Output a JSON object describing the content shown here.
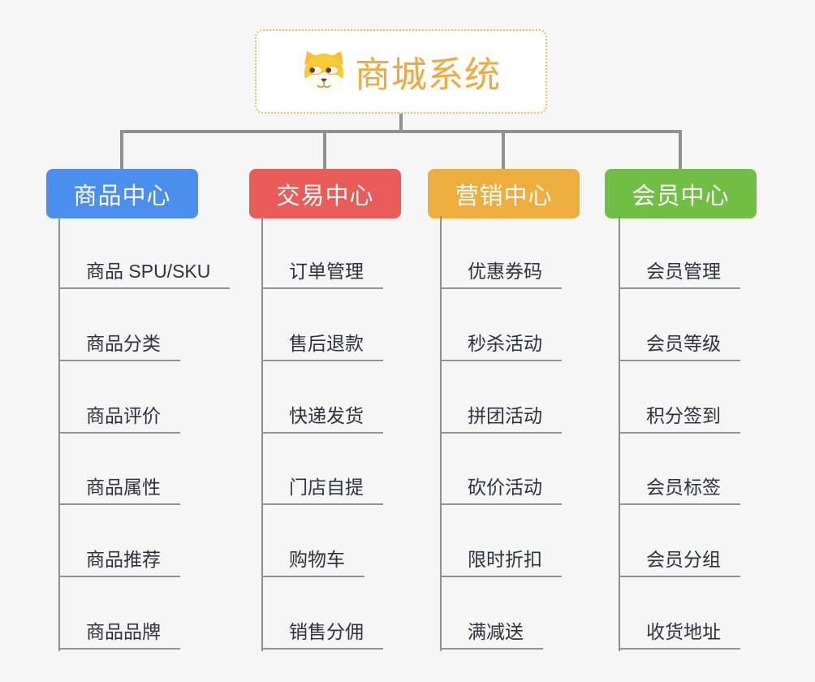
{
  "root": {
    "title": "商城系统",
    "icon": "dog-face",
    "accent": "#efa93e",
    "border_color": "#f5b954"
  },
  "branches": [
    {
      "label": "商品中心",
      "color": "#4a8fee",
      "items": [
        "商品 SPU/SKU",
        "商品分类",
        "商品评价",
        "商品属性",
        "商品推荐",
        "商品品牌"
      ]
    },
    {
      "label": "交易中心",
      "color": "#e95c58",
      "items": [
        "订单管理",
        "售后退款",
        "快递发货",
        "门店自提",
        "购物车",
        "销售分佣"
      ]
    },
    {
      "label": "营销中心",
      "color": "#edad3f",
      "items": [
        "优惠券码",
        "秒杀活动",
        "拼团活动",
        "砍价活动",
        "限时折扣",
        "满减送"
      ]
    },
    {
      "label": "会员中心",
      "color": "#70bf44",
      "items": [
        "会员管理",
        "会员等级",
        "积分签到",
        "会员标签",
        "会员分组",
        "收货地址"
      ]
    }
  ]
}
